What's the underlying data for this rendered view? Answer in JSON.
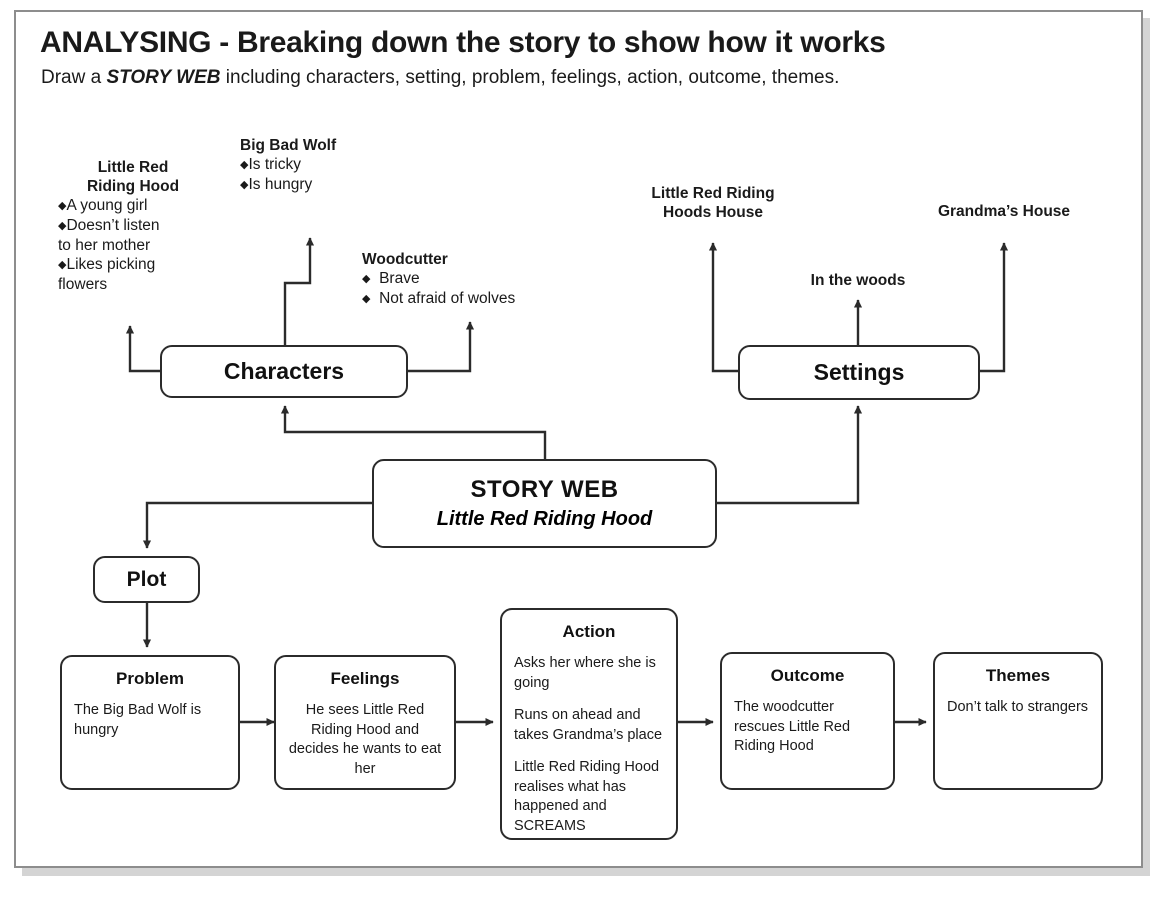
{
  "header": {
    "title": "ANALYSING - Breaking down the story to show how it works",
    "subtitle_pre": "Draw a ",
    "subtitle_em": "STORY WEB",
    "subtitle_post": " including characters, setting, problem, feelings, action, outcome, themes."
  },
  "annotations": {
    "little_red": {
      "heading_line1": "Little Red",
      "heading_line2": "Riding Hood",
      "bullets": [
        "A young girl",
        "Doesn’t listen",
        "Likes picking"
      ],
      "cont": [
        "to her mother",
        "flowers"
      ]
    },
    "big_bad_wolf": {
      "heading": "Big Bad Wolf",
      "bullets": [
        "Is tricky",
        "Is hungry"
      ]
    },
    "woodcutter": {
      "heading": "Woodcutter",
      "bullets": [
        "Brave",
        "Not afraid of wolves"
      ]
    },
    "lrrh_house": {
      "line1": "Little Red Riding",
      "line2": "Hoods House"
    },
    "in_the_woods": {
      "label": "In the woods"
    },
    "grandmas_house": {
      "label": "Grandma’s House"
    }
  },
  "nodes": {
    "characters": {
      "title": "Characters"
    },
    "settings": {
      "title": "Settings"
    },
    "center": {
      "title": "STORY WEB",
      "subtitle": "Little Red Riding Hood"
    },
    "plot": {
      "title": "Plot"
    },
    "problem": {
      "title": "Problem",
      "lines": [
        "The Big Bad Wolf is hungry"
      ]
    },
    "feelings": {
      "title": "Feelings",
      "lines": [
        "He sees Little Red Riding Hood and decides he wants to eat her"
      ]
    },
    "action": {
      "title": "Action",
      "lines": [
        "Asks her where she is going",
        "Runs on ahead and takes Grandma’s place",
        "Little Red Riding Hood realises what has happened and SCREAMS"
      ]
    },
    "outcome": {
      "title": "Outcome",
      "lines": [
        "The woodcutter rescues Little Red Riding Hood"
      ]
    },
    "themes": {
      "title": "Themes",
      "lines": [
        "Don’t talk to strangers"
      ]
    }
  },
  "colors": {
    "line": "#2b2b2b",
    "frame": "#8d8d8d",
    "text": "#1a1a1a",
    "shadow": "#d4d4d4"
  }
}
